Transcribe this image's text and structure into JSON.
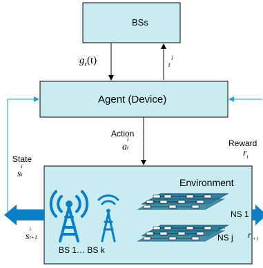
{
  "boxes": {
    "bss_label": "BSs",
    "agent_label": "Agent (Device)",
    "environment_label": "Environment"
  },
  "arrows": {
    "g_label": "g",
    "g_sub": "r",
    "g_arg": "(t)",
    "up_sup": "i",
    "up_sub": "t",
    "action_label": "Action",
    "action_var": "a",
    "action_sup": "i",
    "action_sub": "t",
    "reward_label": "Reward",
    "reward_var": "r",
    "reward_sub": "t",
    "state_label": "State",
    "state_var": "s",
    "state_sup": "i",
    "state_sub": "t",
    "next_state_var": "s",
    "next_state_sup": "i",
    "next_state_sub": "t+1",
    "next_reward_var": "r",
    "next_reward_sub": "t+1"
  },
  "env": {
    "bs_label": "BS 1… BS k",
    "ns1_label": "NS 1",
    "ellipsis": "…",
    "nsj_label": "NS j"
  },
  "colors": {
    "top_box": "#c8ecef",
    "env_fill": "#c8ecef",
    "feedback_arrow": "#1aa3d8",
    "tower": "#0a7ec6",
    "slice_fill": "#2f7f9c"
  }
}
